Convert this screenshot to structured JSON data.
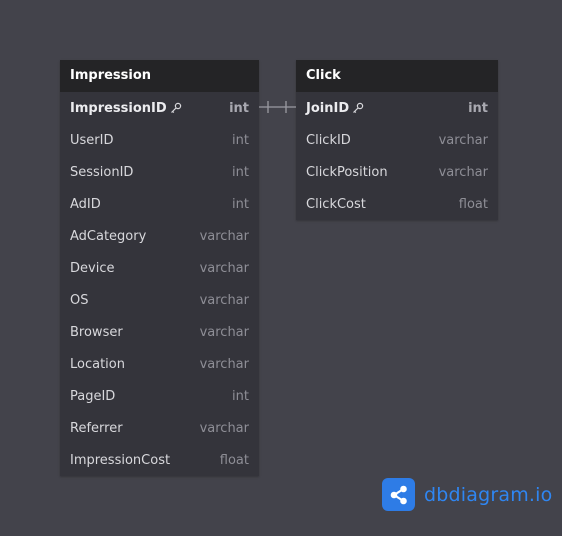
{
  "tables": {
    "impression": {
      "name": "Impression",
      "columns": [
        {
          "name": "ImpressionID",
          "type": "int",
          "pk": true
        },
        {
          "name": "UserID",
          "type": "int"
        },
        {
          "name": "SessionID",
          "type": "int"
        },
        {
          "name": "AdID",
          "type": "int"
        },
        {
          "name": "AdCategory",
          "type": "varchar"
        },
        {
          "name": "Device",
          "type": "varchar"
        },
        {
          "name": "OS",
          "type": "varchar"
        },
        {
          "name": "Browser",
          "type": "varchar"
        },
        {
          "name": "Location",
          "type": "varchar"
        },
        {
          "name": "PageID",
          "type": "int"
        },
        {
          "name": "Referrer",
          "type": "varchar"
        },
        {
          "name": "ImpressionCost",
          "type": "float"
        }
      ]
    },
    "click": {
      "name": "Click",
      "columns": [
        {
          "name": "JoinID",
          "type": "int",
          "pk": true
        },
        {
          "name": "ClickID",
          "type": "varchar"
        },
        {
          "name": "ClickPosition",
          "type": "varchar"
        },
        {
          "name": "ClickCost",
          "type": "float"
        }
      ]
    }
  },
  "relationship": {
    "from": "Impression.ImpressionID",
    "to": "Click.JoinID",
    "cardinality": "one-to-one"
  },
  "brand": {
    "name": "dbdiagram.io",
    "icon": "share-icon"
  },
  "colors": {
    "background": "#43434b",
    "table_body": "#34343b",
    "table_header": "#242426",
    "brand_blue": "#2e7ce6"
  }
}
